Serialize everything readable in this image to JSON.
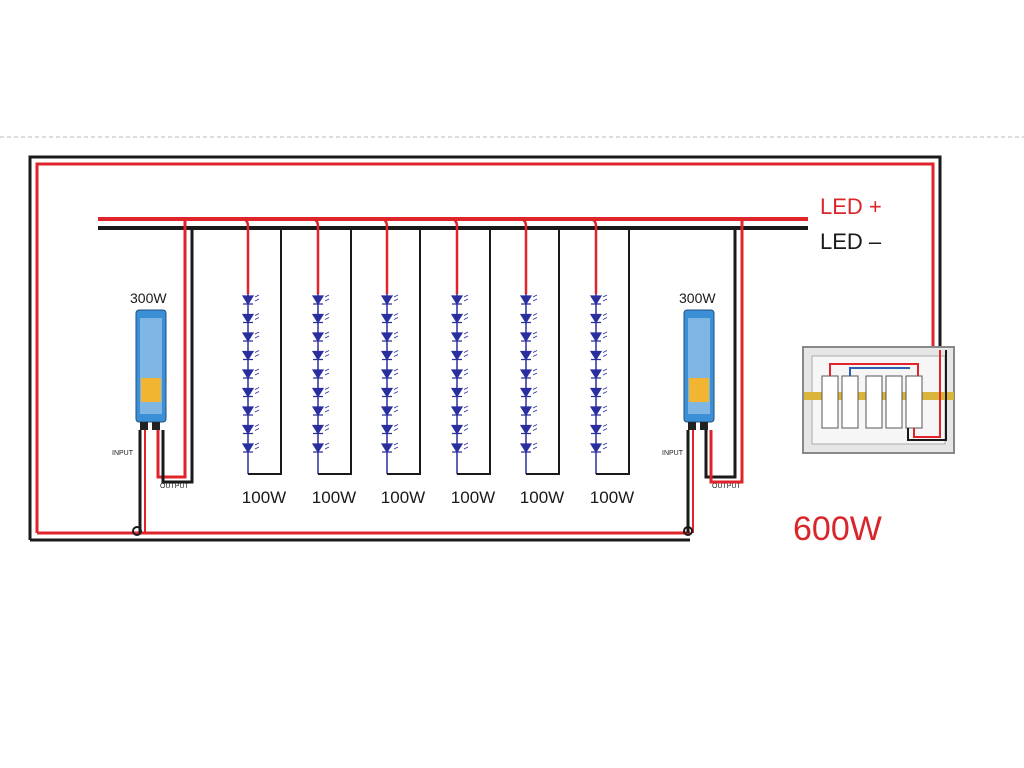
{
  "bus": {
    "positive_label": "LED +",
    "negative_label": "LED –"
  },
  "drivers": [
    {
      "power_label": "300W",
      "input_label": "INPUT",
      "output_label": "OUTPUT"
    },
    {
      "power_label": "300W",
      "input_label": "INPUT",
      "output_label": "OUTPUT"
    }
  ],
  "strips": [
    {
      "power_label": "100W"
    },
    {
      "power_label": "100W"
    },
    {
      "power_label": "100W"
    },
    {
      "power_label": "100W"
    },
    {
      "power_label": "100W"
    },
    {
      "power_label": "100W"
    }
  ],
  "leds_per_strip": 9,
  "total_label": "600W",
  "colors": {
    "positive_wire": "#e0242b",
    "negative_wire": "#1a1a1a",
    "led": "#2a2f9e",
    "driver_body": "#3b8fd6",
    "label_red": "#d8262b"
  }
}
